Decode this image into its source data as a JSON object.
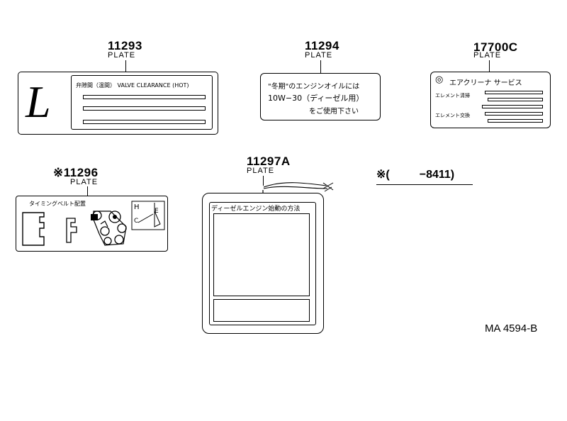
{
  "parts": {
    "p11293": {
      "number": "11293",
      "label": "PLATE",
      "big_letter": "L",
      "text": "弁隙間（温間） VALVE CLEARANCE (HOT)"
    },
    "p11294": {
      "number": "11294",
      "label": "PLATE",
      "line1": "\"冬期\"のエンジンオイルには",
      "line2": "10W−30（ディーゼル用）",
      "line3": "をご使用下さい"
    },
    "p17700c": {
      "number": "17700C",
      "label": "PLATE",
      "logo": "◎",
      "title": "エアクリーナ サービス",
      "row1": "エレメント清掃",
      "row2": "エレメント交換"
    },
    "p11296": {
      "number": "11296",
      "mark": "※",
      "label": "PLATE",
      "title": "タイミングベルト配置",
      "h": "H",
      "e": "E",
      "c": "C"
    },
    "p11297a": {
      "number": "11297A",
      "label": "PLATE",
      "title": "ディーゼルエンジン始動の方法"
    }
  },
  "note": {
    "mark": "※",
    "open": "(",
    "range": "−8411",
    "close": ")"
  },
  "figure_code": "MA  4594-B"
}
